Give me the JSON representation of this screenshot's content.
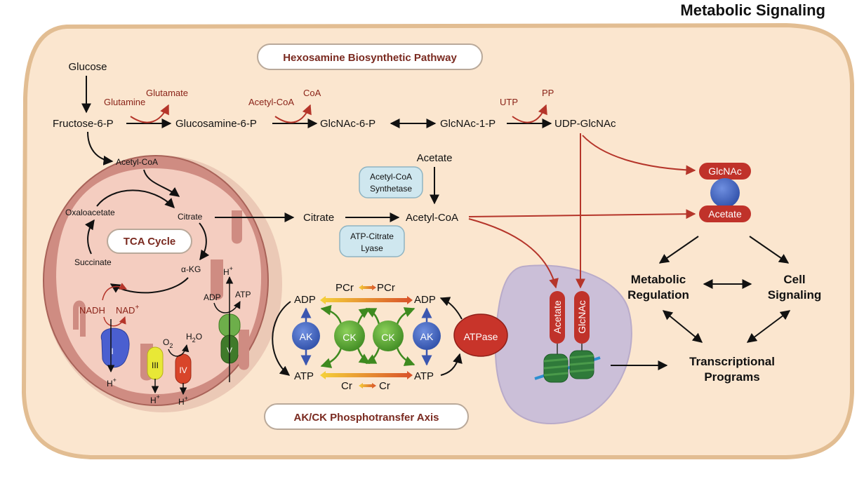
{
  "title": "Metabolic Signaling",
  "pathways": {
    "hexosamine": "Hexosamine Biosynthetic Pathway",
    "tca": "TCA Cycle",
    "akck": "AK/CK Phosphotransfer Axis"
  },
  "hbp": {
    "glucose": "Glucose",
    "fructose6p": "Fructose-6-P",
    "glucosamine6p": "Glucosamine-6-P",
    "glcnac6p": "GlcNAc-6-P",
    "glcnac1p": "GlcNAc-1-P",
    "udpglcnac": "UDP-GlcNAc",
    "glutamine": "Glutamine",
    "glutamate": "Glutamate",
    "acetylcoa_in": "Acetyl-CoA",
    "coa": "CoA",
    "utp": "UTP",
    "pp": "PP"
  },
  "mito": {
    "acetylcoa": "Acetyl-CoA",
    "citrate": "Citrate",
    "oxaloacetate": "Oxaloacetate",
    "succinate": "Succinate",
    "akg": "α-KG",
    "nadh": "NADH",
    "nad": "NAD",
    "nad_sup": "+",
    "complex_i": "I",
    "complex_iii": "III",
    "complex_iv": "IV",
    "complex_v": "V",
    "h": "H",
    "h_sup": "+",
    "o2": "O",
    "o2_sub": "2",
    "h2o_h": "H",
    "h2o_sub": "2",
    "h2o_o": "O",
    "adp": "ADP",
    "atp": "ATP"
  },
  "cyto": {
    "citrate": "Citrate",
    "acetylcoa": "Acetyl-CoA",
    "acetate": "Acetate",
    "acs_line1": "Acetyl-CoA",
    "acs_line2": "Synthetase",
    "acl_line1": "ATP-Citrate",
    "acl_line2": "Lyase"
  },
  "akck": {
    "adp_left": "ADP",
    "adp_right": "ADP",
    "atp_left": "ATP",
    "atp_right": "ATP",
    "pcr_left": "PCr",
    "pcr_right": "PCr",
    "cr_left": "Cr",
    "cr_right": "Cr",
    "ak": "AK",
    "ck": "CK",
    "atpase": "ATPase"
  },
  "nucleus": {
    "acetate": "Acetate",
    "glcnac": "GlcNAc"
  },
  "signaling": {
    "glcnac": "GlcNAc",
    "acetate": "Acetate",
    "metabolic_line1": "Metabolic",
    "metabolic_line2": "Regulation",
    "cell_line1": "Cell",
    "cell_line2": "Signaling",
    "transcr_line1": "Transcriptional",
    "transcr_line2": "Programs"
  },
  "colors": {
    "cytoplasm": "#fbe6cf",
    "cell_border": "#e6c39a",
    "mito_outer": "#cd8e84",
    "mito_inner": "#f5cfc3",
    "nucleus": "#cbbfd8",
    "red_arrow": "#b5352a",
    "red_text": "#8a2318",
    "ak_blue": "#4a6fc2",
    "ck_green": "#5aa332",
    "atpase_red": "#c8342a",
    "pill_red": "#c0322a",
    "enzyme_box": "#cfe7ef"
  }
}
